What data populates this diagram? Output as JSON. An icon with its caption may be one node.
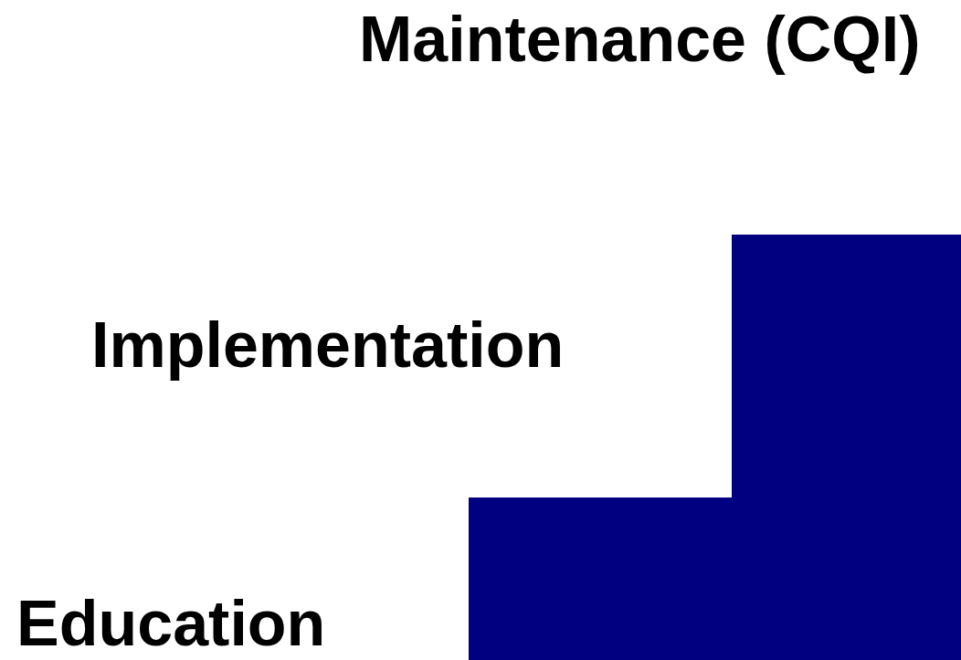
{
  "diagram": {
    "labels": [
      "Maintenance (CQI)",
      "Implementation",
      "Education"
    ]
  }
}
